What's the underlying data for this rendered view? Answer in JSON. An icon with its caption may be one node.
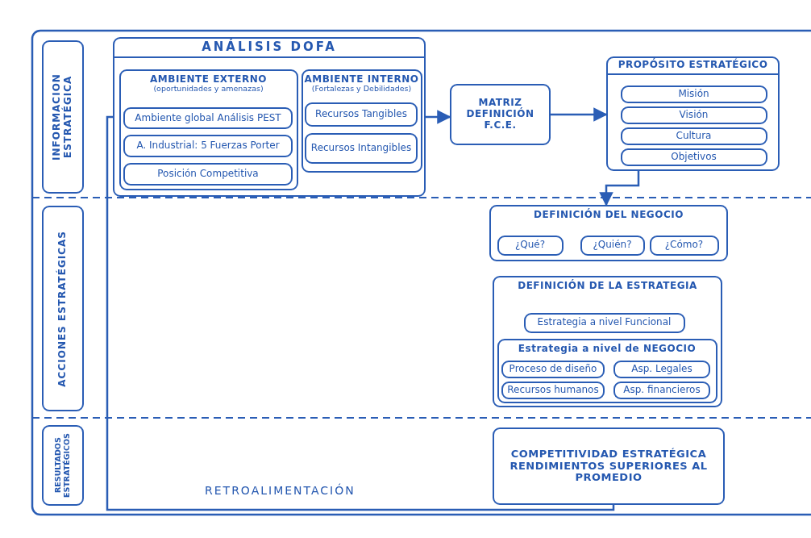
{
  "diagram": {
    "nodes": [
      {
        "text": [
          "INFORMACION ESTRATÉGICA"
        ]
      },
      {
        "text": [
          "ACCIONES ESTRATÉGICAS"
        ]
      },
      {
        "text": [
          "RESULTADOS ESTRATÉGICOS"
        ]
      },
      {
        "text": [
          "ANÁLISIS DOFA"
        ]
      },
      {
        "text": [
          "AMBIENTE EXTERNO",
          "(oportunidades y amenazas)"
        ],
        "in": 3
      },
      {
        "text": [
          "Ambiente global Análisis PEST"
        ],
        "in": 4
      },
      {
        "text": [
          "A. Industrial: 5 Fuerzas Porter"
        ],
        "in": 4
      },
      {
        "text": [
          "Posición Competitiva"
        ],
        "in": 4
      },
      {
        "text": [
          "AMBIENTE INTERNO",
          "(Fortalezas y Debilidades)"
        ],
        "in": 3
      },
      {
        "text": [
          "Recursos Tangibles"
        ],
        "in": 8
      },
      {
        "text": [
          "Recursos Intangibles"
        ],
        "in": 8
      },
      {
        "text": [
          "MATRIZ DEFINICIÓN F.C.E."
        ]
      },
      {
        "text": [
          "PROPÓSITO ESTRATÉGICO"
        ]
      },
      {
        "text": [
          "Misión"
        ],
        "in": 12
      },
      {
        "text": [
          "Visión"
        ],
        "in": 12
      },
      {
        "text": [
          "Cultura"
        ],
        "in": 12
      },
      {
        "text": [
          "Objetivos"
        ],
        "in": 12
      },
      {
        "text": [
          "DEFINICIÓN DEL NEGOCIO"
        ]
      },
      {
        "text": [
          "¿Qué?"
        ],
        "in": 17
      },
      {
        "text": [
          "¿Quién?"
        ],
        "in": 17
      },
      {
        "text": [
          "¿Cómo?"
        ],
        "in": 17
      },
      {
        "text": [
          "DEFINICIÓN DE LA ESTRATEGIA"
        ]
      },
      {
        "text": [
          "Estrategia a nivel Funcional"
        ],
        "in": 21
      },
      {
        "text": [
          "Estrategia a nivel de NEGOCIO"
        ],
        "in": 21
      },
      {
        "text": [
          "Proceso de diseño"
        ],
        "in": 23
      },
      {
        "text": [
          "Asp. Legales"
        ],
        "in": 23
      },
      {
        "text": [
          "Recursos humanos"
        ],
        "in": 23
      },
      {
        "text": [
          "Asp. financieros"
        ],
        "in": 23
      },
      {
        "text": [
          "COMPETITIVIDAD ESTRATÉGICA RENDIMIENTOS SUPERIORES AL PROMEDIO"
        ]
      }
    ],
    "edges": [
      {
        "from": 3,
        "to": 11,
        "arrow": "to"
      },
      {
        "from": 11,
        "to": 12,
        "arrow": "to"
      },
      {
        "from": 12,
        "to": 17,
        "arrow": "to"
      },
      {
        "from": 28,
        "to": 3,
        "arrow": "none",
        "label": "RETROALIMENTACIÓN"
      }
    ]
  }
}
